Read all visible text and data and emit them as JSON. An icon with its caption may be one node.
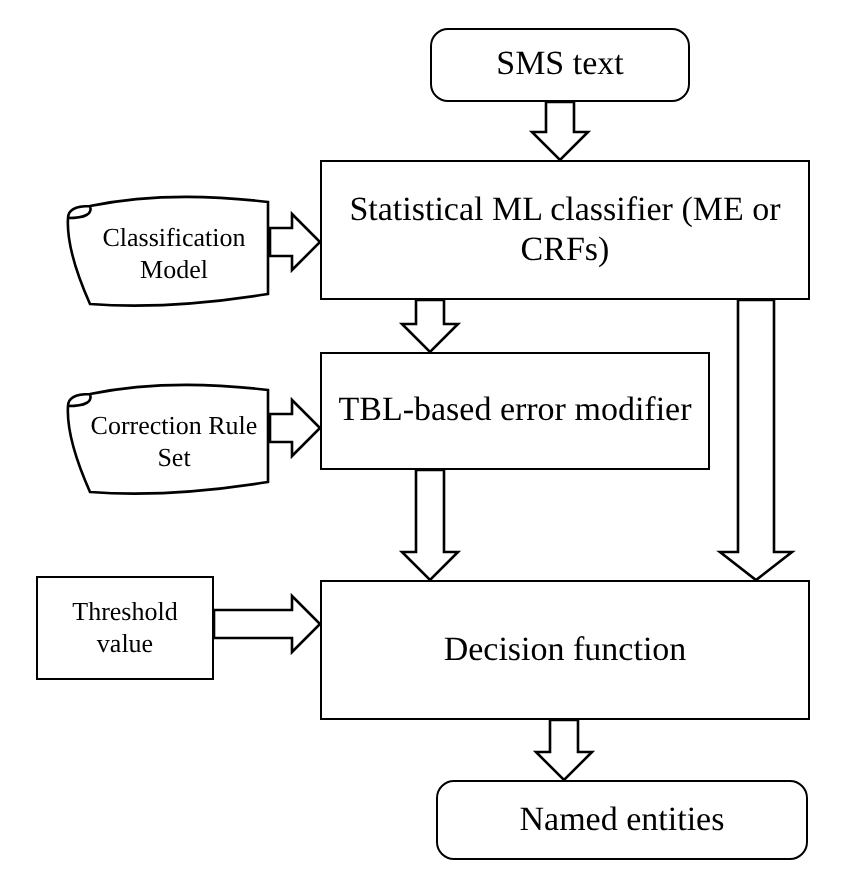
{
  "diagram": {
    "nodes": [
      {
        "text": [
          "SMS text"
        ]
      },
      {
        "text": [
          "Statistical ML classifier (ME or CRFs)"
        ]
      },
      {
        "text": [
          "Classification Model"
        ]
      },
      {
        "text": [
          "TBL-based error modifier"
        ]
      },
      {
        "text": [
          "Correction Rule Set"
        ]
      },
      {
        "text": [
          "Decision function"
        ]
      },
      {
        "text": [
          "Threshold value"
        ]
      },
      {
        "text": [
          "Named entities"
        ]
      }
    ],
    "edges": [
      {
        "from": 0,
        "to": 1,
        "arrow": "to"
      },
      {
        "from": 2,
        "to": 1,
        "arrow": "to"
      },
      {
        "from": 1,
        "to": 3,
        "arrow": "to"
      },
      {
        "from": 4,
        "to": 3,
        "arrow": "to"
      },
      {
        "from": 3,
        "to": 5,
        "arrow": "to"
      },
      {
        "from": 1,
        "to": 5,
        "arrow": "to"
      },
      {
        "from": 6,
        "to": 5,
        "arrow": "to"
      },
      {
        "from": 5,
        "to": 7,
        "arrow": "to"
      }
    ]
  }
}
